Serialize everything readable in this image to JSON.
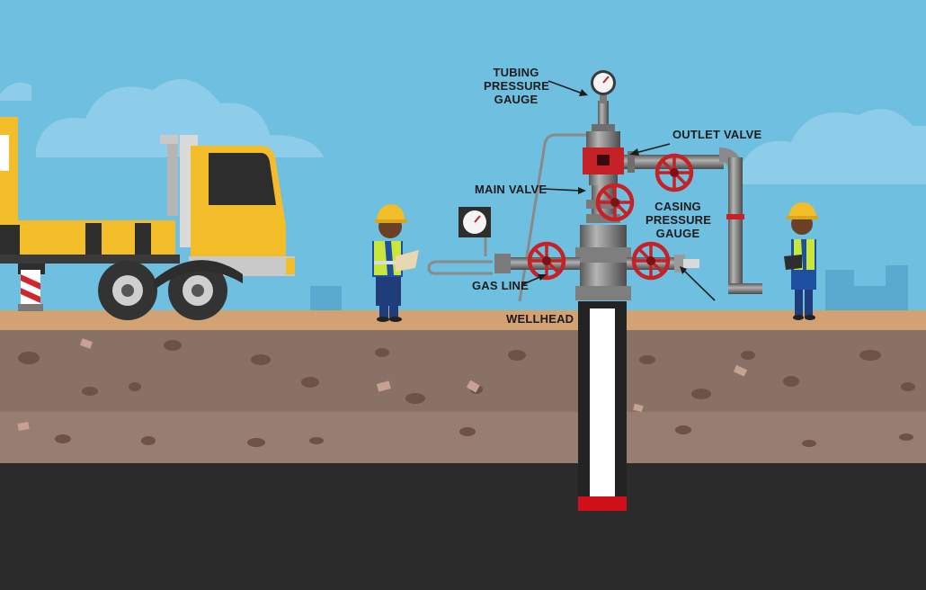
{
  "labels": {
    "tubing_pressure_gauge": [
      "TUBING",
      "PRESSURE",
      "GAUGE"
    ],
    "outlet_valve": "OUTLET VALVE",
    "main_valve": "MAIN VALVE",
    "casing_pressure_gauge": [
      "CASING",
      "PRESSURE",
      "GAUGE"
    ],
    "gas_line": "GAS LINE",
    "wellhead": "WELLHEAD"
  },
  "colors": {
    "sky": "#6fbfe0",
    "cloud": "#8ecde9",
    "ground_top": "#d3a273",
    "soil": "#8a7165",
    "soil_dark": "#7a5f55",
    "bedrock": "#2b2b2b",
    "truck_yellow": "#f3bd2a",
    "valve_red": "#c62127",
    "steel": "#8a8a8a",
    "vest_yellow": "#c9e63a"
  },
  "icons": [
    "truck-icon",
    "worker-icon",
    "pressure-gauge-icon",
    "valve-wheel-icon"
  ]
}
